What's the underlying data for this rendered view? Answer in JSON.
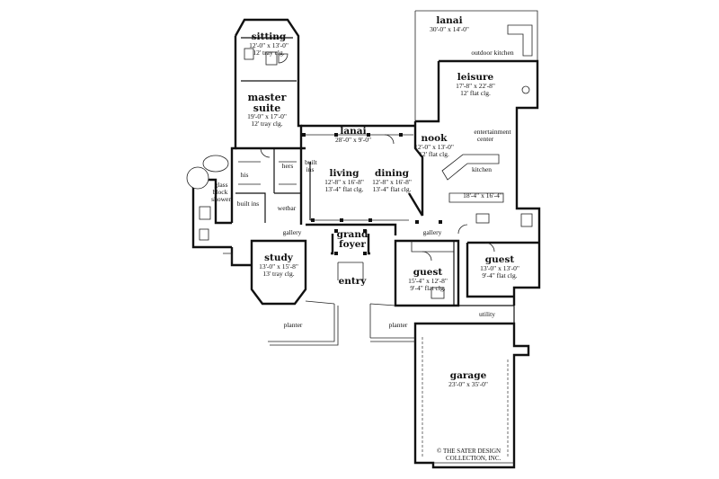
{
  "rooms": {
    "sitting": {
      "name": "sitting",
      "dims": "12'-0\" x 13'-0\"",
      "ceiling": "12' tray clg."
    },
    "master_suite": {
      "name1": "master",
      "name2": "suite",
      "dims": "19'-0\" x 17'-0\"",
      "ceiling": "12' tray clg."
    },
    "lanai_rear": {
      "name": "lanai",
      "dims": "28'-0\" x 9'-0\""
    },
    "lanai_outdoor": {
      "name": "lanai",
      "dims": "30'-0\" x 14'-0\""
    },
    "leisure": {
      "name": "leisure",
      "dims": "17'-8\" x 22'-8\"",
      "ceiling": "12' flat clg."
    },
    "nook": {
      "name": "nook",
      "dims": "12'-0\" x 13'-0\"",
      "ceiling": "12' flat clg."
    },
    "living": {
      "name": "living",
      "dims": "12'-8\" x 16'-8\"",
      "ceiling": "13'-4\" flat clg."
    },
    "dining": {
      "name": "dining",
      "dims": "12'-8\" x 16'-8\"",
      "ceiling": "13'-4\" flat clg."
    },
    "kitchen": {
      "name": "kitchen",
      "dims": "18'-4\" x 16'-4\""
    },
    "grand_foyer": {
      "name1": "grand",
      "name2": "foyer"
    },
    "study": {
      "name": "study",
      "dims": "13'-0\" x 15'-8\"",
      "ceiling": "13' tray clg."
    },
    "guest_left": {
      "name": "guest",
      "dims": "15'-4\" x 12'-8\"",
      "ceiling": "9'-4\" flat clg."
    },
    "guest_right": {
      "name": "guest",
      "dims": "13'-0\" x 13'-0\"",
      "ceiling": "9'-4\" flat clg."
    },
    "garage": {
      "name": "garage",
      "dims": "23'-0\" x 35'-0\""
    }
  },
  "labels": {
    "outdoor_kitchen": "outdoor kitchen",
    "entertainment": "entertainment",
    "center": "center",
    "his": "his",
    "hers": "hers",
    "built": "built",
    "ins": "ins",
    "glass": "glass",
    "block": "block",
    "shower": "shower",
    "built_ins": "built ins",
    "wetbar": "wetbar",
    "gallery_left": "gallery",
    "gallery_right": "gallery",
    "entry": "entry",
    "planter_left": "planter",
    "planter_right": "planter",
    "utility": "utility"
  },
  "copyright": {
    "line1": "© THE SATER DESIGN",
    "line2": "COLLECTION, INC."
  }
}
